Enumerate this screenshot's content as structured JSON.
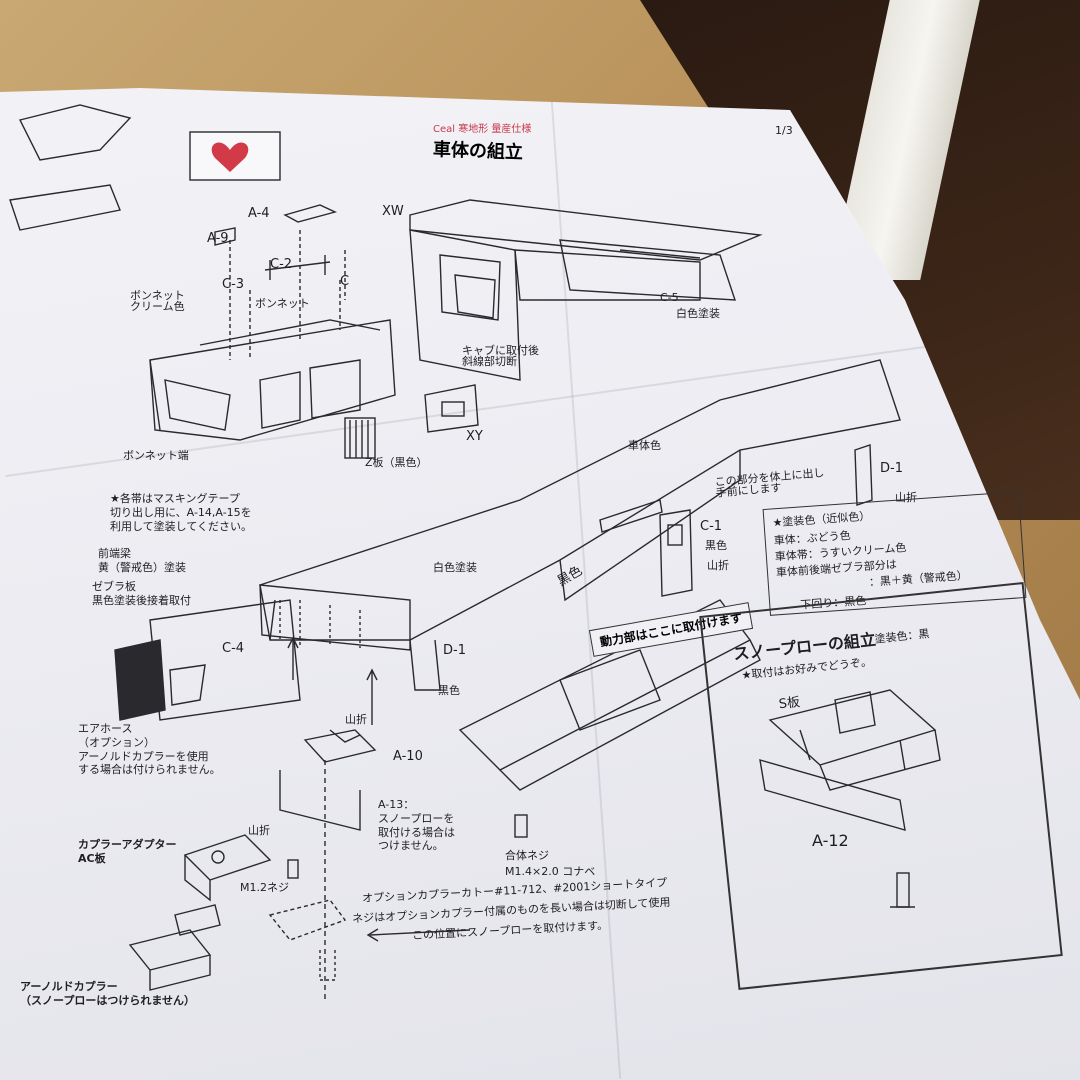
{
  "title": "車体の組立",
  "title_prefix": "Ceal 寒地形 量産仕様",
  "page_number": "1/3",
  "parts": {
    "a4": "A-4",
    "a9": "A-9",
    "c3": "C-3",
    "c2": "C-2",
    "c": "C",
    "xw": "XW",
    "xy": "XY",
    "c5": "C-5",
    "c4": "C-4",
    "c1": "C-1",
    "d1_right": "D-1",
    "d1_front": "D-1",
    "a10": "A-10",
    "a12": "A-12"
  },
  "labels": {
    "bonnet_cream": "ボンネット\nクリーム色",
    "bonnet": "ボンネット",
    "bonnet_end": "ボンネット端",
    "cab_cut": "キャブに取付後\n斜線部切断",
    "shiro_tosou": "白色塗装",
    "z_plate": "Z板（黒色）",
    "shatai_color": "車体色",
    "move_part": "この部分を体上に出し\n手前にします",
    "yama_ori_right": "山折",
    "kuro_c1": "黒色",
    "yama_ori_c1": "山折",
    "kuro_frame": "黒色",
    "shiro_small": "白色塗装",
    "kuro_d1": "黒色",
    "masking_note": "★各帯はマスキングテープ\n切り出し用に、A-14,A-15を\n利用して塗装してください。",
    "front_beam": "前端梁\n黄（警戒色）塗装",
    "zebra": "ゼブラ板\n黒色塗装後接着取付",
    "yama_ori_a10": "山折",
    "a13_note": "A-13：\nスノープローを\n取付ける場合は\nつけません。",
    "air_hose": "エアホース\n（オプション）\nアーノルドカプラーを使用\nする場合は付けられません。",
    "coupler_adapter": "カプラーアダプター\nAC板",
    "yama_ori_ac": "山折",
    "m12_screw": "M1.2ネジ",
    "alloy_screw": "合体ネジ",
    "alloy_screw_spec": "M1.4×2.0 コナベ",
    "option_coupler": "オプションカプラーカトー#11-712、#2001ショートタイプ",
    "option_screw": "ネジはオプションカプラー付属のものを長い場合は切断して使用",
    "snow_position": "この位置にスノープローを取付けます。",
    "arnold": "アーノルドカプラー\n（スノープローはつけられません）",
    "motor_banner": "動力部はここに取付けます"
  },
  "paint_note": {
    "title": "★塗装色（近似色）",
    "lines": [
      "車体：ぶどう色",
      "車体帯：うすいクリーム色",
      "車体前後端ゼブラ部分は",
      "：黒＋黄（警戒色）",
      "下回り：黒色"
    ]
  },
  "snowplow": {
    "title": "スノープローの組立",
    "paint": "塗装色：黒",
    "optional": "★取付はお好みでどうぞ。",
    "s_plate": "S板"
  }
}
